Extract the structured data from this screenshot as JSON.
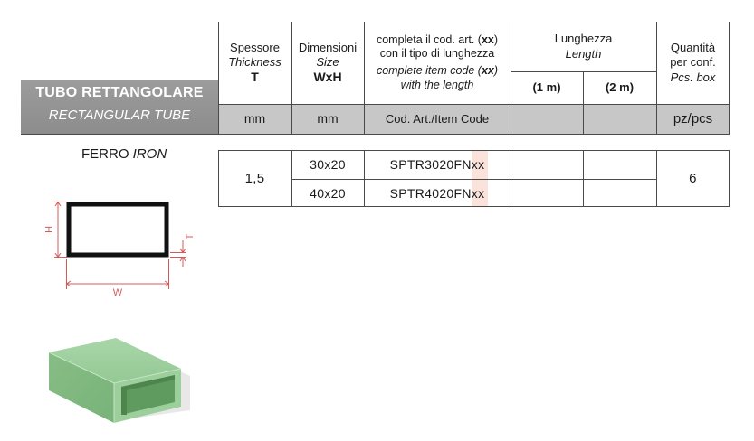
{
  "product": {
    "title": "TUBO RETTANGOLARE",
    "subtitle": "RECTANGULAR TUBE",
    "material": "FERRO",
    "material_en": "IRON"
  },
  "header": {
    "thickness": {
      "it": "Spessore",
      "en": "Thickness",
      "symbol": "T",
      "unit": "mm"
    },
    "size": {
      "it": "Dimensioni",
      "en": "Size",
      "symbol": "WxH",
      "unit": "mm"
    },
    "code": {
      "it_line1_pre": "completa il cod. art. (",
      "it_line1_bold": "xx",
      "it_line1_post": ")",
      "it_line2": "con il tipo di lunghezza",
      "en_line1_pre": "complete item code (",
      "en_line1_bold": "xx",
      "en_line1_post": ")",
      "en_line2": "with the length",
      "unit": "Cod. Art./Item Code"
    },
    "length": {
      "it": "Lunghezza",
      "en": "Length",
      "opt1": "(1 m)",
      "opt2": "(2 m)"
    },
    "quantity": {
      "it_line1": "Quantità",
      "it_line2": "per conf.",
      "en": "Pcs. box",
      "unit": "pz/pcs"
    }
  },
  "rows": {
    "thickness": "1,5",
    "quantity": "6",
    "items": [
      {
        "size": "30x20",
        "code_base": "SPTR3020FN",
        "code_suffix": "xx"
      },
      {
        "size": "40x20",
        "code_base": "SPTR4020FN",
        "code_suffix": "xx"
      }
    ]
  },
  "diagram": {
    "label_h": "H",
    "label_t": "T",
    "label_w": "W",
    "dim_color": "#d45a5a",
    "tube_color": "#9ccf9c"
  },
  "colors": {
    "title_bg": "#8f8f8f",
    "unit_row_bg": "#c7c7c7",
    "highlight": "#fbe3dc"
  }
}
